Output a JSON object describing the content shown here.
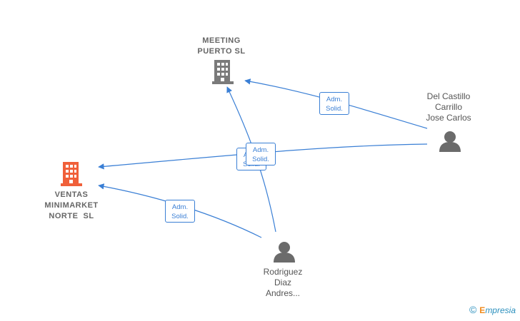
{
  "nodes": {
    "meeting_puerto": {
      "lines": [
        "MEETING",
        "PUERTO SL"
      ]
    },
    "ventas_minimarket": {
      "lines": [
        "VENTAS",
        "MINIMARKET",
        "NORTE  SL"
      ]
    },
    "del_castillo": {
      "lines": [
        "Del Castillo",
        "Carrillo",
        "Jose Carlos"
      ]
    },
    "rodriguez": {
      "lines": [
        "Rodriguez",
        "Diaz",
        "Andres..."
      ]
    }
  },
  "badges": [
    {
      "line1": "Adm.",
      "line2": "Solid."
    },
    {
      "line1": "Adm.",
      "line2": "Solid."
    },
    {
      "line1": "Adm.",
      "line2": "Solid."
    },
    {
      "line1": "Adm.",
      "line2": "Solid."
    }
  ],
  "colors": {
    "edge": "#3a7fd5",
    "company_default": "#7a7a7a",
    "company_highlight": "#f0603a",
    "person": "#6b6b6b"
  },
  "icons": {
    "company": "building-icon",
    "person": "person-icon"
  },
  "watermark": {
    "copyright": "©",
    "brand_initial": "E",
    "brand_rest": "mpresia"
  }
}
